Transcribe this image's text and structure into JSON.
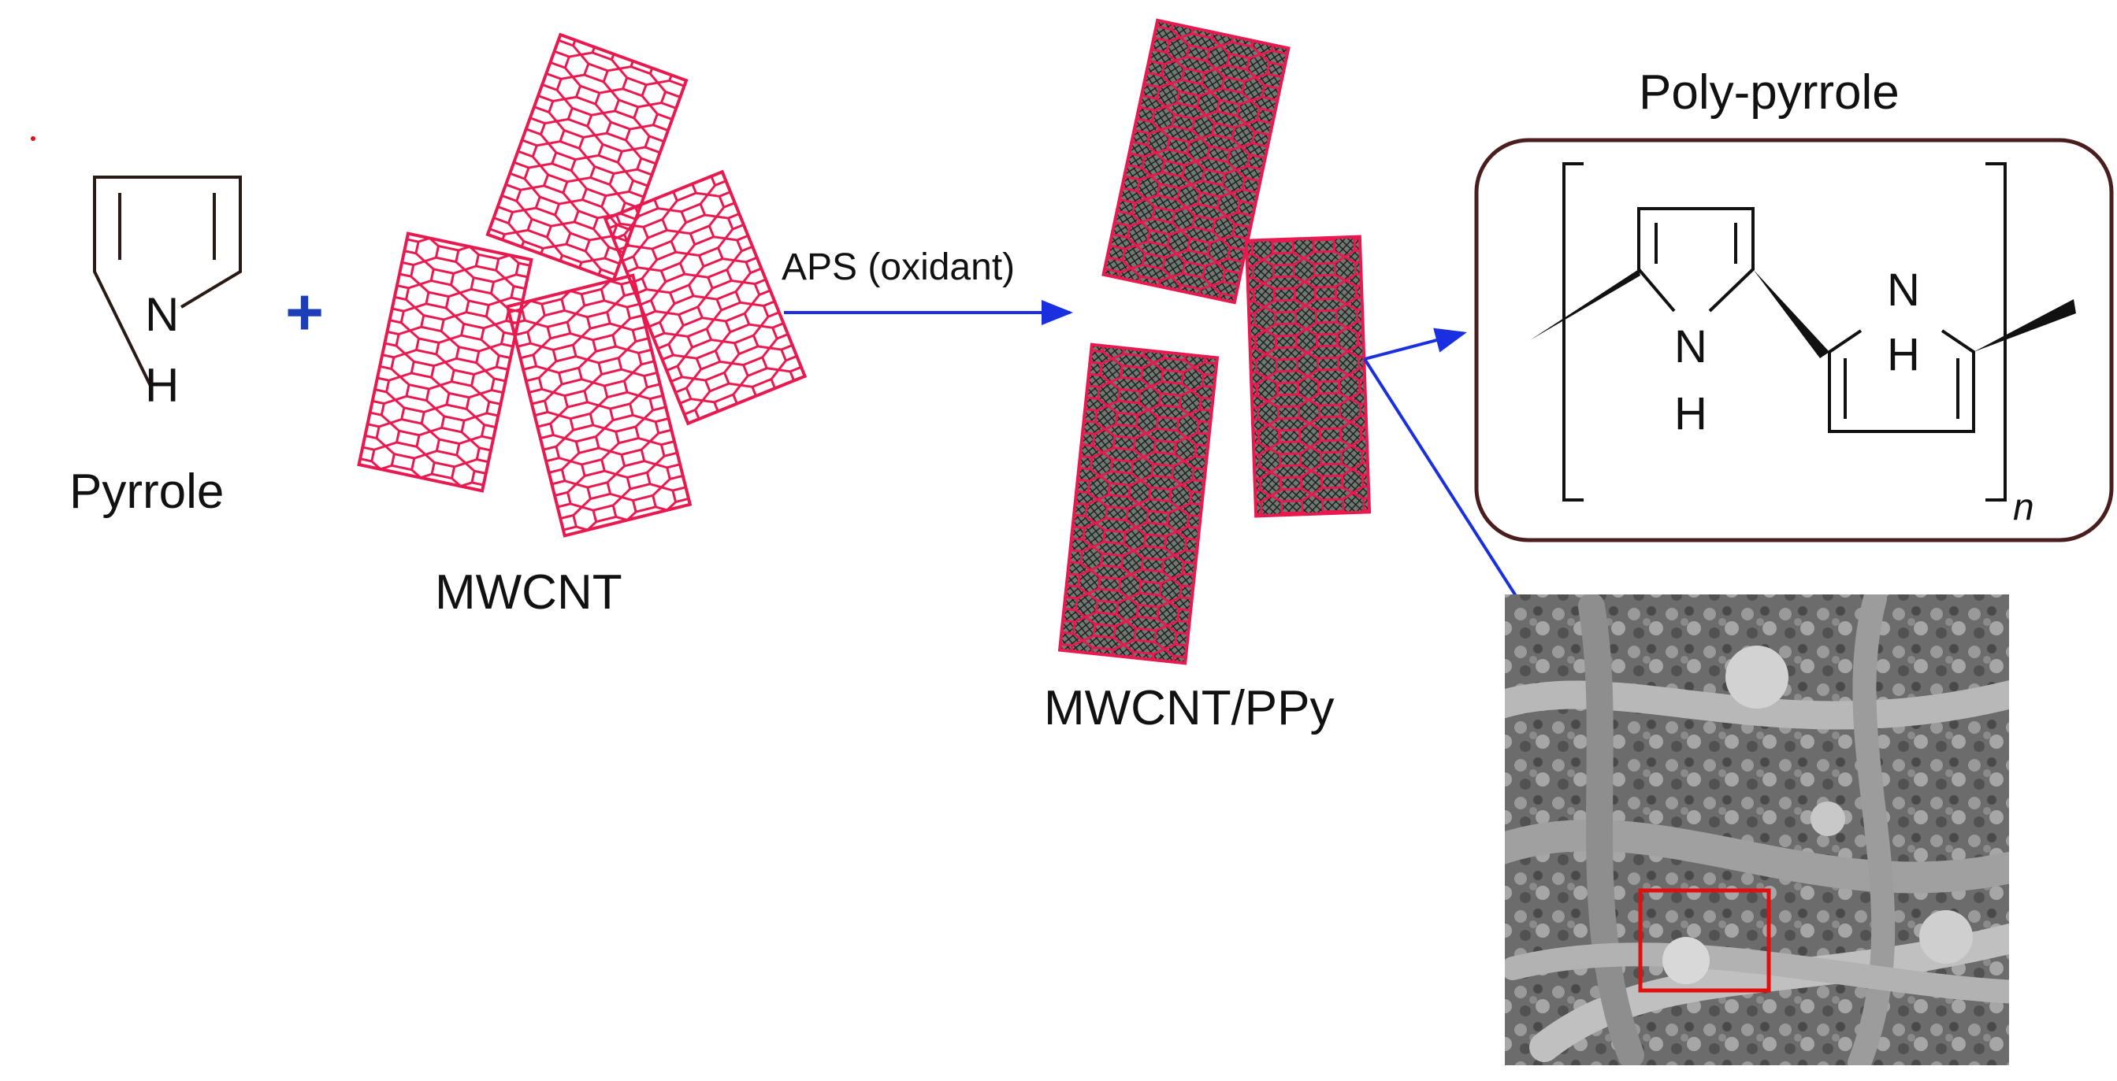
{
  "labels": {
    "pyrrole": "Pyrrole",
    "pyrrole_n": "N",
    "pyrrole_h": "H",
    "plus": "+",
    "mwcnt": "MWCNT",
    "reaction_condition": "APS (oxidant)",
    "composite": "MWCNT/PPy",
    "polymer_title": "Poly-pyrrole",
    "ring1_n": "N",
    "ring1_h": "H",
    "ring2_n": "N",
    "ring2_h": "H",
    "repeat_subscript": "n"
  },
  "colors": {
    "nanotube": "#e8194f",
    "arrow": "#1a2fe0",
    "plus": "#1c3fb8",
    "bond": "#2a1a14",
    "polymer_box_border": "#4a1e1e",
    "highlight_box": "#e01010",
    "coating": "#6f7a73"
  },
  "icons": {
    "pyrrole_structure": "pyrrole-ring-icon",
    "nanotube_bundle": "mwcnt-bundle-icon",
    "coated_nanotubes": "ppy-coated-mwcnt-icon",
    "sem_micrograph": "sem-image-icon"
  }
}
